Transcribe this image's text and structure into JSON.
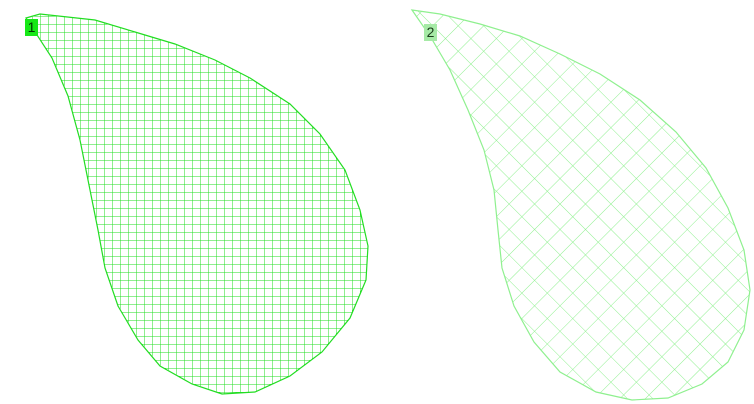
{
  "shapes": [
    {
      "label": "1",
      "state": "selected",
      "fill_pattern": "square-grid",
      "stroke_color": "#22dd22",
      "badge_color": "#17e817",
      "badge_text_color": "#003300"
    },
    {
      "label": "2",
      "state": "unselected",
      "fill_pattern": "diagonal-grid",
      "stroke_color": "#8ff08f",
      "badge_color": "#a6eaa6",
      "badge_text_color": "#1a3a1a"
    }
  ]
}
